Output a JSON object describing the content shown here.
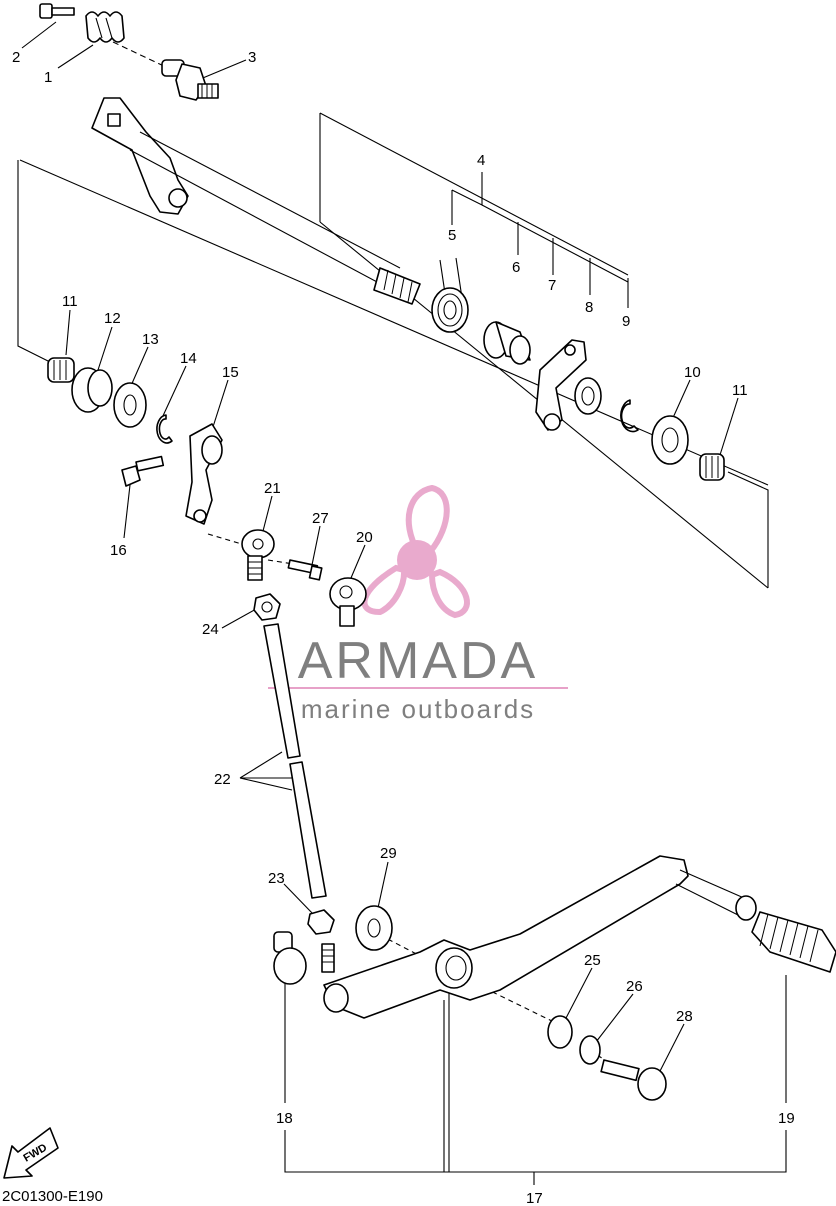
{
  "diagram_code": "2C01300-E190",
  "fwd_label": "FWD",
  "watermark": {
    "brand": "ARMADA",
    "tagline": "marine outboards",
    "logo_color": "#e7a1c8",
    "text_color": "#7f7f7f"
  },
  "part_numbers": [
    "1",
    "2",
    "3",
    "4",
    "5",
    "6",
    "7",
    "8",
    "9",
    "10",
    "11",
    "11",
    "12",
    "13",
    "14",
    "15",
    "16",
    "17",
    "18",
    "19",
    "20",
    "21",
    "22",
    "23",
    "24",
    "25",
    "26",
    "27",
    "28",
    "29"
  ],
  "callouts": {
    "p1": "1",
    "p2": "2",
    "p3": "3",
    "p4": "4",
    "p5": "5",
    "p6": "6",
    "p7": "7",
    "p8": "8",
    "p9": "9",
    "p10": "10",
    "p11a": "11",
    "p11b": "11",
    "p12": "12",
    "p13": "13",
    "p14": "14",
    "p15": "15",
    "p16": "16",
    "p17": "17",
    "p18": "18",
    "p19": "19",
    "p20": "20",
    "p21": "21",
    "p22": "22",
    "p23": "23",
    "p24": "24",
    "p25": "25",
    "p26": "26",
    "p27": "27",
    "p28": "28",
    "p29": "29"
  }
}
